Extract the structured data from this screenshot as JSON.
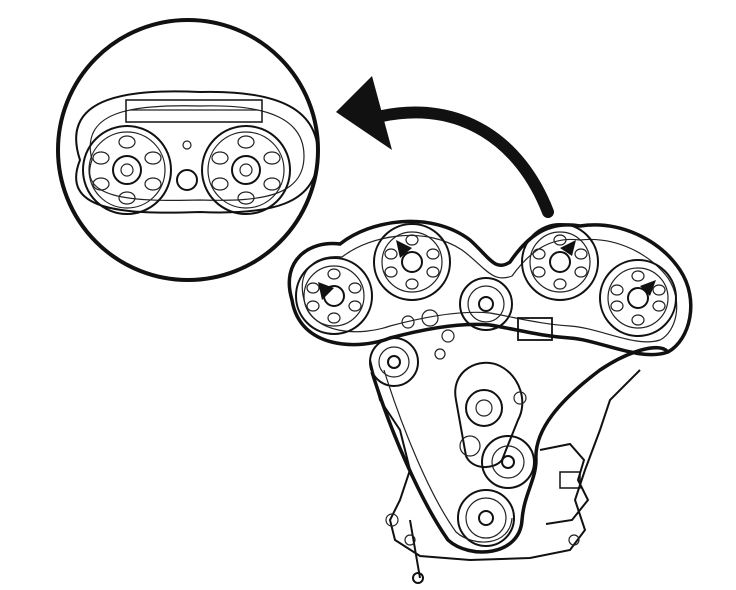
{
  "figure": {
    "kind": "timing-belt-illustration",
    "background": "#ffffff",
    "ink": "#111111",
    "callout": "magnified-camshaft-pair",
    "direction_arrow": "points-to-callout",
    "alignment_markers": 4
  }
}
